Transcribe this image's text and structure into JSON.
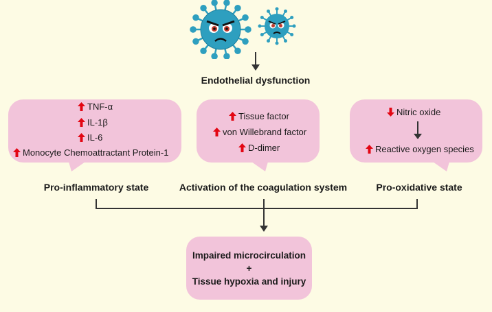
{
  "top": {
    "title": "Endothelial dysfunction"
  },
  "left": {
    "items": [
      "TNF-α",
      "IL-1β",
      "IL-6",
      "Monocyte Chemoattractant Protein-1"
    ],
    "caption": "Pro-inflammatory state"
  },
  "middle": {
    "items": [
      "Tissue factor",
      "von Willebrand factor",
      "D-dimer"
    ],
    "caption": "Activation of the coagulation system"
  },
  "right": {
    "items": [
      "Nitric oxide",
      "Reactive oxygen species"
    ],
    "caption": "Pro-oxidative state"
  },
  "bottom": {
    "line1": "Impaired microcirculation",
    "line2": "+",
    "line3": "Tissue hypoxia and injury"
  },
  "colors": {
    "background": "#fdfbe4",
    "bubble": "#f2c4da",
    "arrow_red": "#e30613",
    "virus": "#2e9fbf"
  },
  "icons": [
    "virus-icon",
    "up-arrow-icon",
    "down-arrow-icon"
  ]
}
